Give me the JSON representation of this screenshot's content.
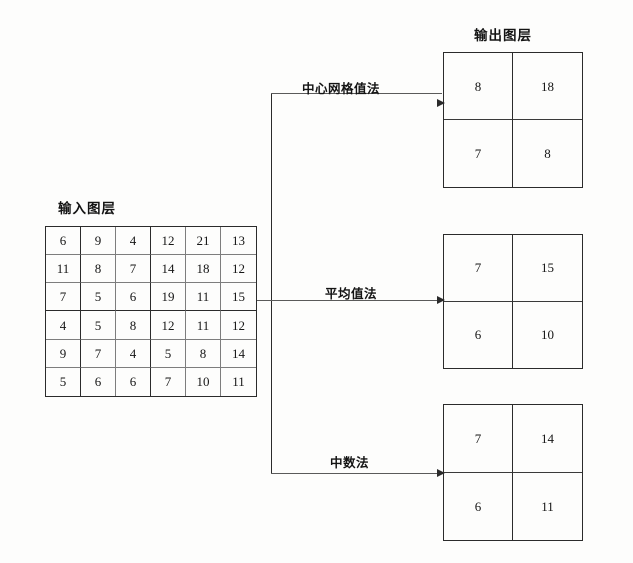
{
  "diagram": {
    "input": {
      "title": "输入图层",
      "rows": [
        [
          6,
          9,
          4,
          12,
          21,
          13
        ],
        [
          11,
          8,
          7,
          14,
          18,
          12
        ],
        [
          7,
          5,
          6,
          19,
          11,
          15
        ],
        [
          4,
          5,
          8,
          12,
          11,
          12
        ],
        [
          9,
          7,
          4,
          5,
          8,
          14
        ],
        [
          5,
          6,
          6,
          7,
          10,
          11
        ]
      ]
    },
    "output": {
      "title": "输出图层",
      "grids": [
        {
          "method": "中心网格值法",
          "rows": [
            [
              8,
              18
            ],
            [
              7,
              8
            ]
          ]
        },
        {
          "method": "平均值法",
          "rows": [
            [
              7,
              15
            ],
            [
              6,
              10
            ]
          ]
        },
        {
          "method": "中数法",
          "rows": [
            [
              7,
              14
            ],
            [
              6,
              11
            ]
          ]
        }
      ]
    },
    "colors": {
      "line": "#2b2b2b",
      "thin_line": "#7d7d7d",
      "text": "#161616",
      "background": "#fdfdfc"
    }
  }
}
